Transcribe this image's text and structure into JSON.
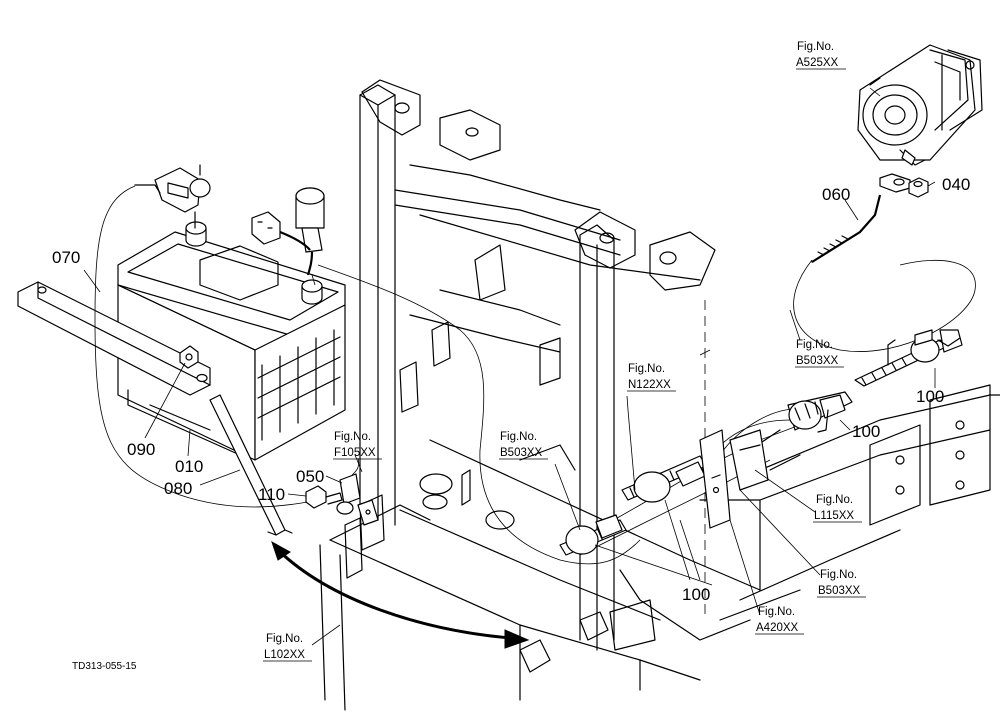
{
  "diagram_code": "TD313-055-15",
  "fig_label": "Fig.No.",
  "fig_refs": {
    "a525": "A525XX",
    "f105": "F105XX",
    "n122": "N122XX",
    "b503_mid": "B503XX",
    "b503_right": "B503XX",
    "b503_lower": "B503XX",
    "l115": "L115XX",
    "a420": "A420XX",
    "l102": "L102XX"
  },
  "parts": {
    "p070": "070",
    "p090": "090",
    "p010": "010",
    "p080": "080",
    "p110": "110",
    "p050": "050",
    "p060": "060",
    "p040": "040",
    "p100_right": "100",
    "p100_mid": "100",
    "p100_lower": "100"
  }
}
